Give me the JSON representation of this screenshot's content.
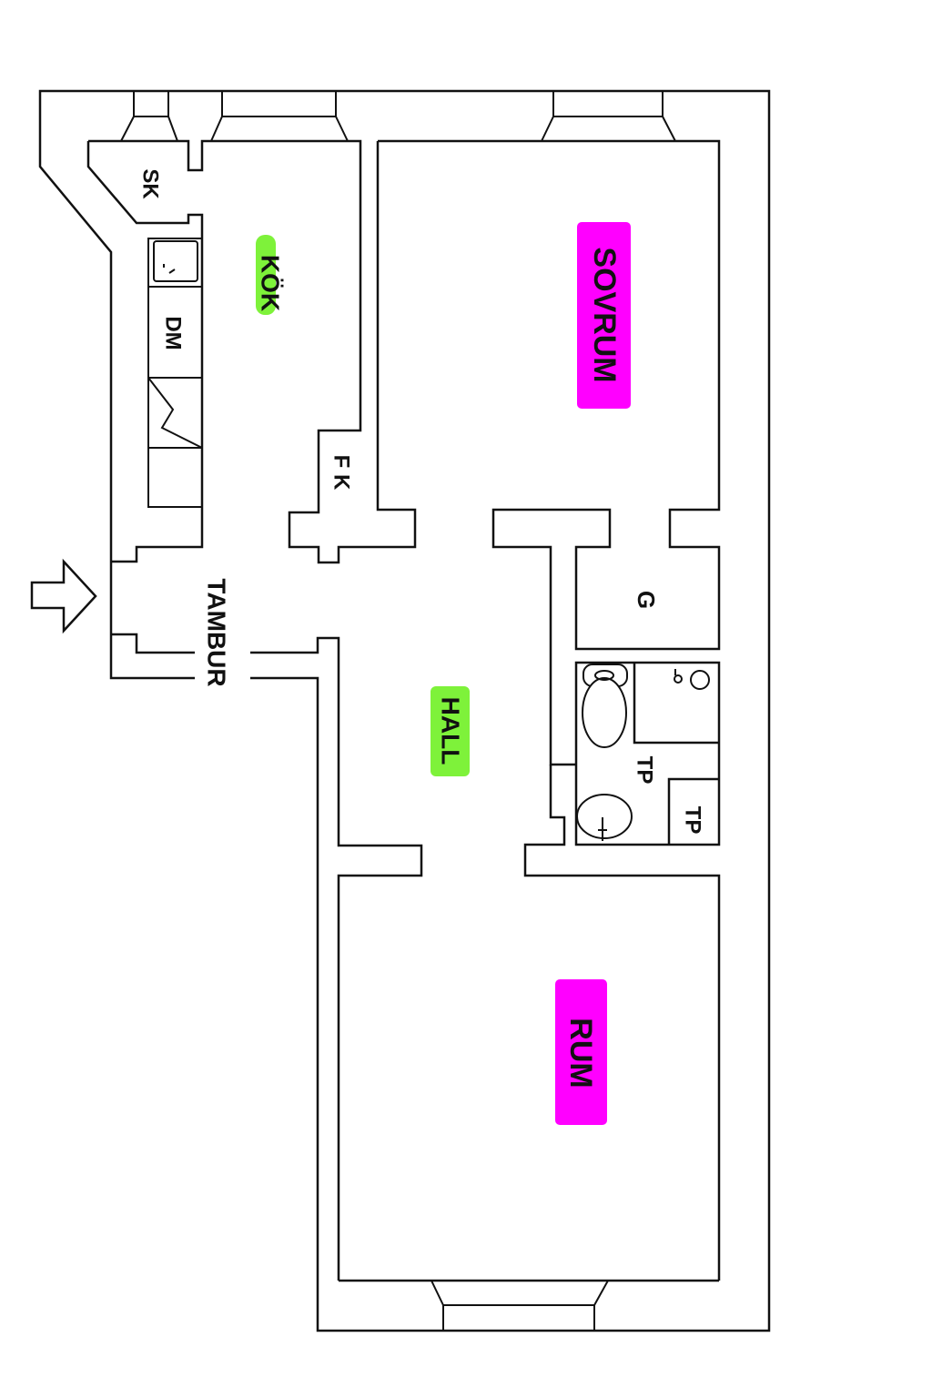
{
  "colors": {
    "background": "#ffffff",
    "wall": "#111111",
    "highlight_magenta": "#ff00ff",
    "highlight_green": "#7ef23a"
  },
  "rooms": {
    "sovrum": {
      "label": "SOVRUM",
      "highlight": "#ff00ff"
    },
    "rum": {
      "label": "RUM",
      "highlight": "#ff00ff"
    },
    "kok": {
      "label": "KÖK",
      "highlight": "#7ef23a"
    },
    "hall": {
      "label": "HALL",
      "highlight": "#7ef23a"
    },
    "tambur": {
      "label": "TAMBUR"
    }
  },
  "fixtures": {
    "sk": "SK",
    "dm": "DM",
    "fk": "F K",
    "g": "G",
    "tp1": "TP",
    "tp2": "TP"
  },
  "icons": {
    "entrance": "entrance-arrow-icon",
    "stove": "stove-icon",
    "toilet": "toilet-icon",
    "sink": "sink-icon",
    "shower": "shower-icon"
  }
}
